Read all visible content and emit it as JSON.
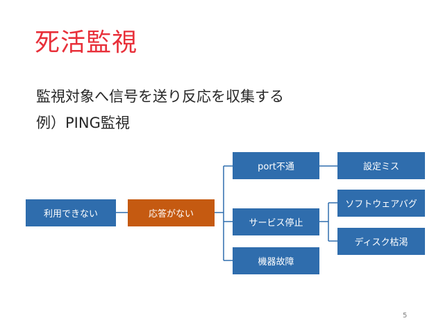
{
  "slide": {
    "title": "死活監視",
    "body_line_1": "監視対象へ信号を送り反応を収集する",
    "body_line_2": "例）PING監視",
    "page_number": "5"
  },
  "diagram": {
    "root": "利用できない",
    "level1": "応答がない",
    "level2": [
      "port不通",
      "サービス停止",
      "機器故障"
    ],
    "level3": [
      "設定ミス",
      "ソフトウェアバグ",
      "ディスク枯渇"
    ]
  },
  "colors": {
    "title": "#e8303a",
    "box_blue": "#2f6dad",
    "box_orange": "#c55a11",
    "connector": "#2f6dad"
  }
}
